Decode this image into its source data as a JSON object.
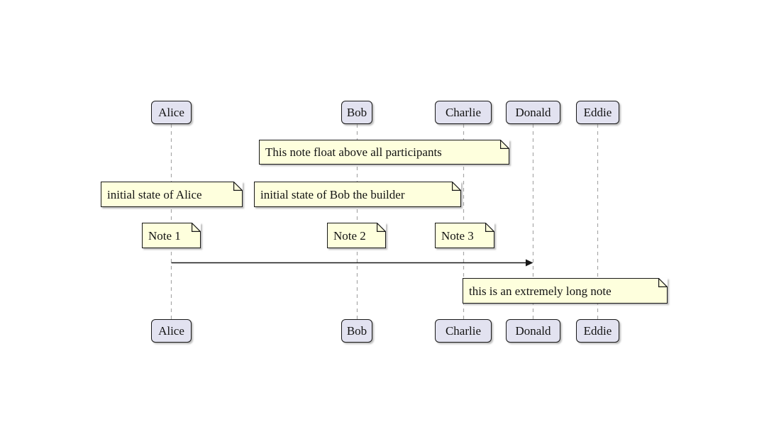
{
  "diagram": {
    "type": "sequence-diagram",
    "participants": [
      {
        "name": "Alice"
      },
      {
        "name": "Bob"
      },
      {
        "name": "Charlie"
      },
      {
        "name": "Donald"
      },
      {
        "name": "Eddie"
      }
    ],
    "notes": [
      {
        "text": "This note float above all participants",
        "over": [
          "Bob",
          "Charlie"
        ],
        "floating": true
      },
      {
        "text": "initial state of Alice",
        "over": [
          "Alice"
        ]
      },
      {
        "text": "initial state of Bob the builder",
        "over": [
          "Bob"
        ]
      },
      {
        "text": "Note 1",
        "over": [
          "Alice"
        ]
      },
      {
        "text": "Note 2",
        "over": [
          "Bob"
        ]
      },
      {
        "text": "Note 3",
        "over": [
          "Charlie"
        ]
      },
      {
        "text": "this is an extremely long note",
        "over": [
          "Donald",
          "Eddie"
        ]
      }
    ],
    "messages": [
      {
        "from": "Alice",
        "to": "Donald",
        "label": ""
      }
    ],
    "colors": {
      "participant_fill": "#E2E2F0",
      "participant_border": "#181818",
      "note_fill": "#FEFFDD",
      "note_border": "#181818",
      "lifeline": "#A8A8A8",
      "arrow": "#181818",
      "background": "#FFFFFF"
    }
  }
}
